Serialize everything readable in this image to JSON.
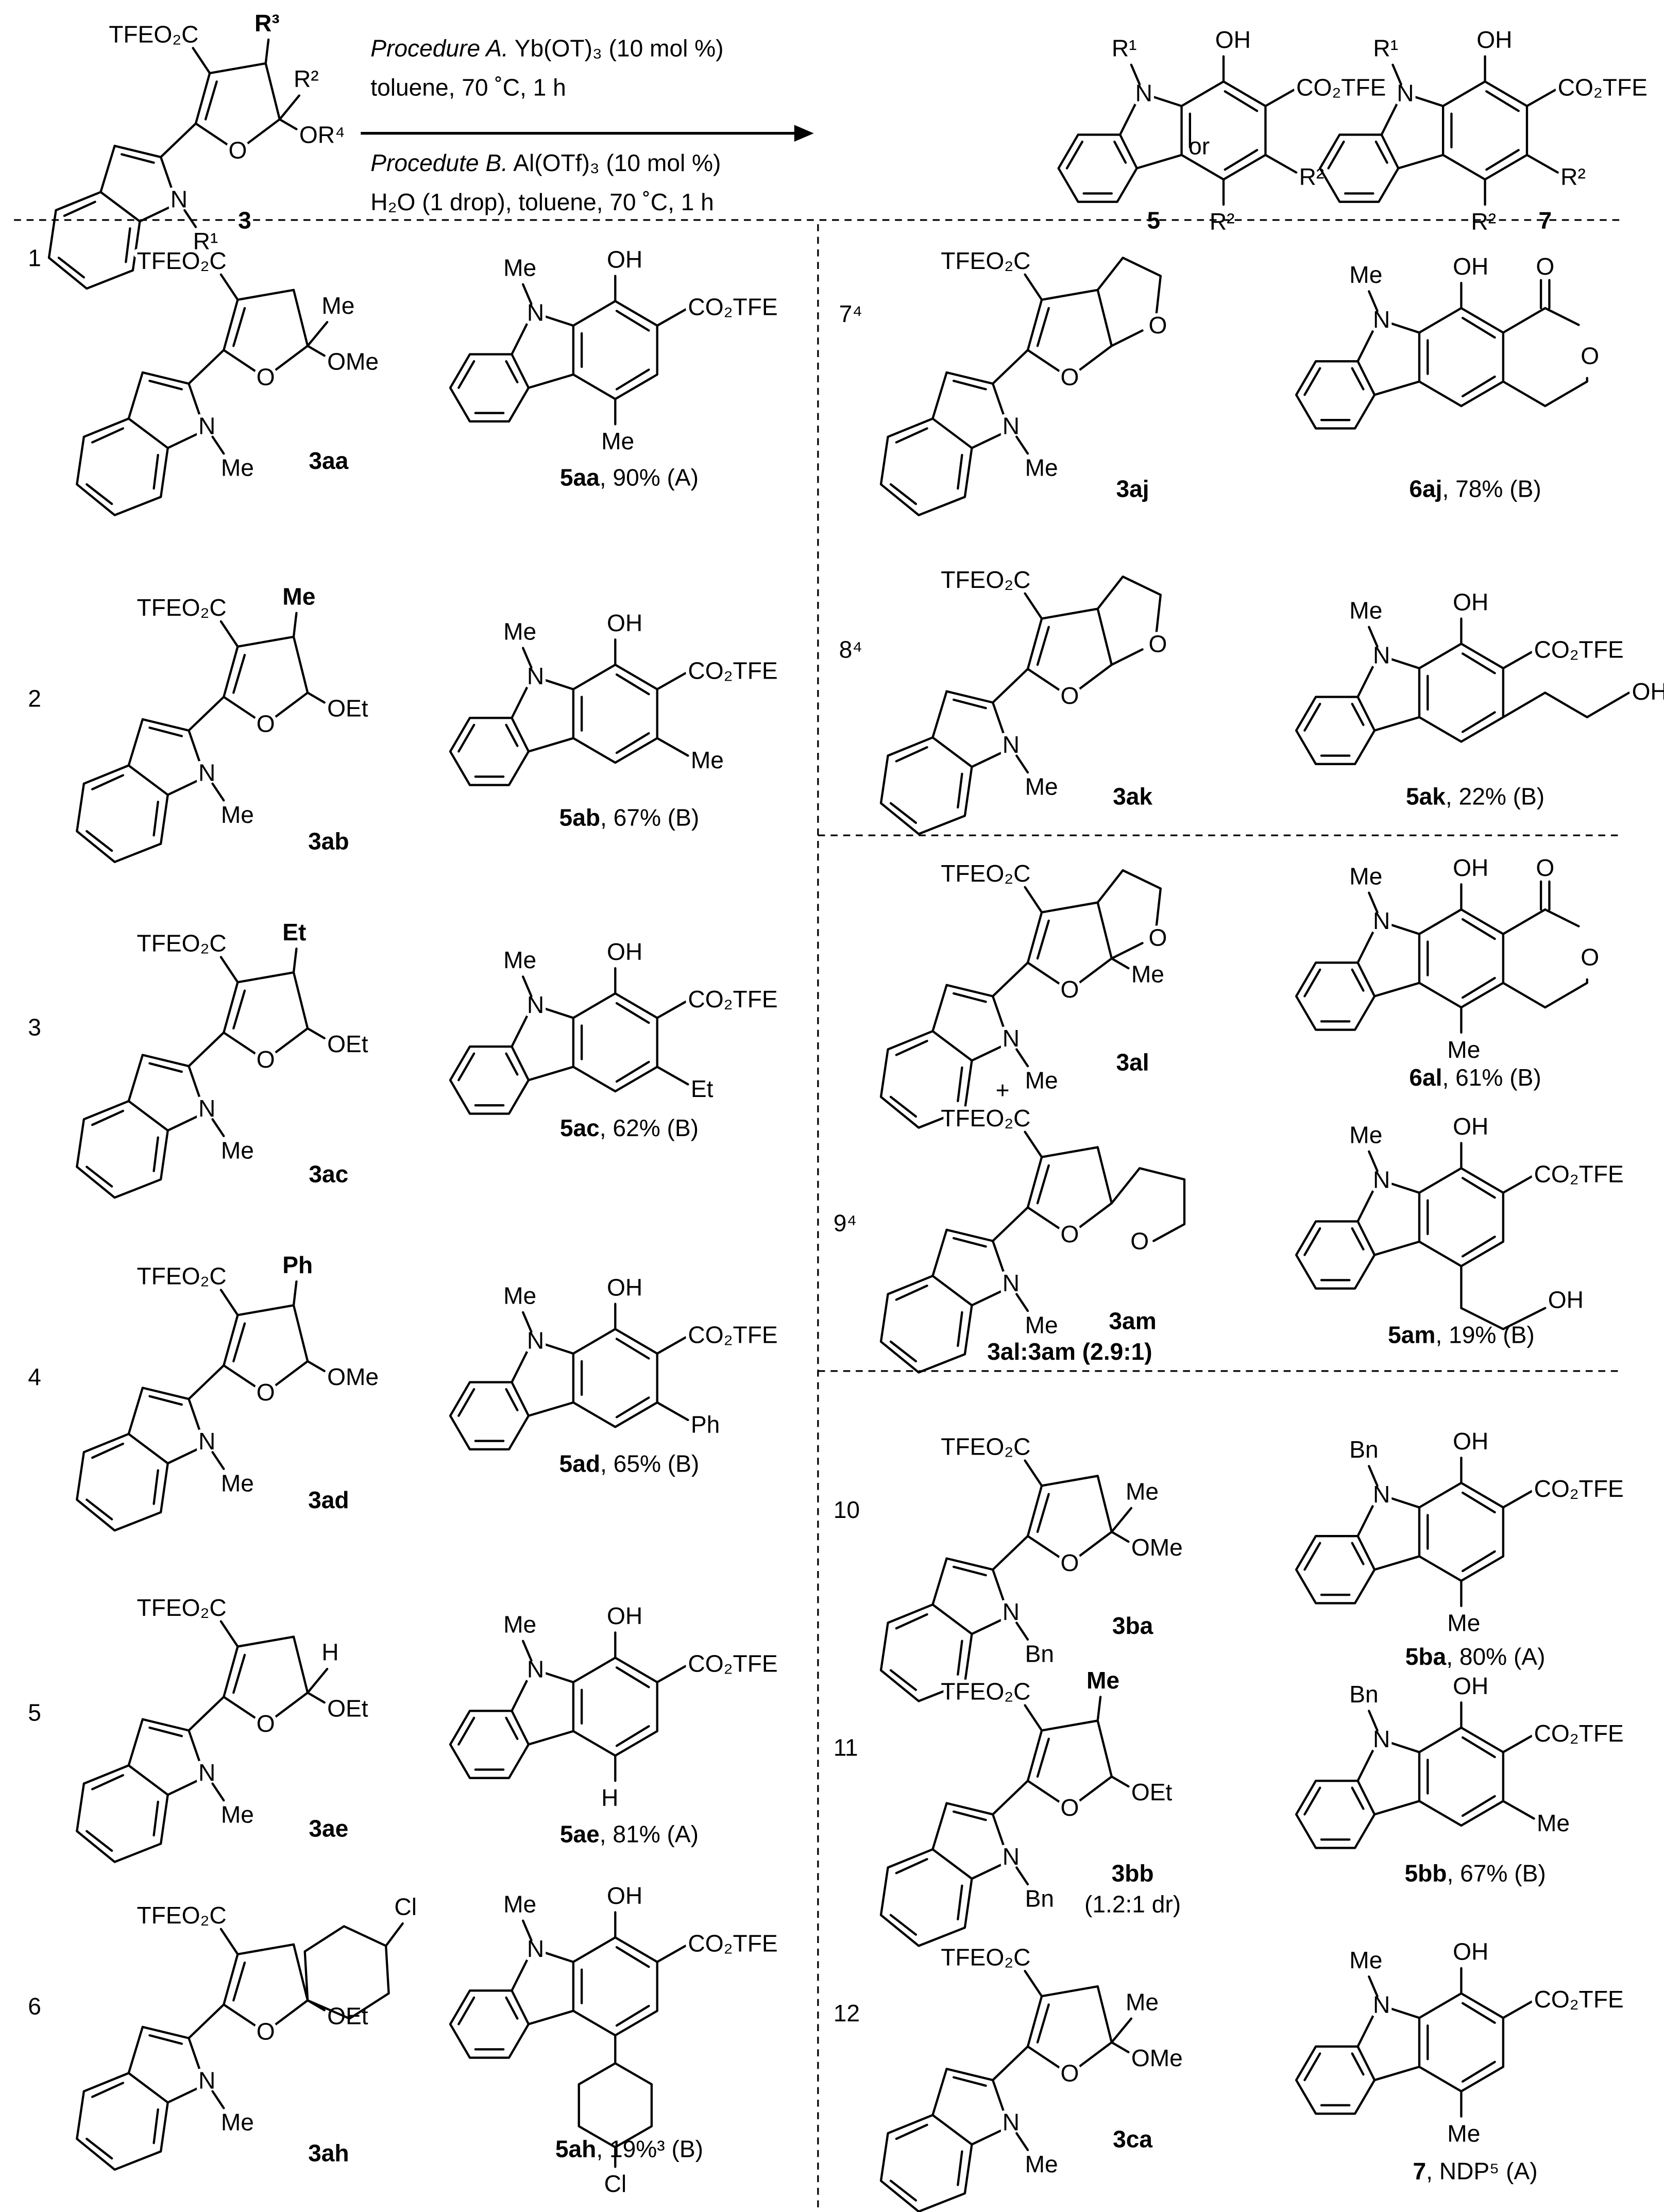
{
  "header": {
    "sm": {
      "ester": "TFEO₂C",
      "c4": "R³",
      "c5a": "R²",
      "c5b": "OR⁴",
      "n": "R¹",
      "id": "3"
    },
    "conditions": [
      {
        "ital": "Procedure A.",
        "text": " Yb(OT)₃ (10 mol %)"
      },
      {
        "ital": "",
        "text": "toluene, 70 ˚C, 1 h"
      },
      {
        "ital": "Procedute B.",
        "text": " Al(OTf)₃ (10 mol %)"
      },
      {
        "ital": "",
        "text": "H₂O (1 drop), toluene, 70 ˚C, 1 h"
      }
    ],
    "product5": {
      "n": "R¹",
      "oh": "OH",
      "ester": "CO₂TFE",
      "c3": "R²",
      "c4": "R²",
      "id": "5"
    },
    "or": "or",
    "product7": {
      "n": "R¹",
      "oh": "OH",
      "ester": "CO₂TFE",
      "c3": "R²",
      "c4": "R²",
      "id": "7"
    }
  },
  "entries": [
    {
      "num": "1",
      "sm": {
        "ester": "TFEO₂C",
        "c5a": "Me",
        "c5b": "OMe",
        "n": "Me",
        "id": "3aa"
      },
      "pr": {
        "n": "Me",
        "oh": "OH",
        "ester": "CO₂TFE",
        "c4": "Me",
        "id": "5aa",
        "yield": ", 90% (A)"
      }
    },
    {
      "num": "2",
      "sm": {
        "ester": "TFEO₂C",
        "c4": "Me",
        "c5b": "OEt",
        "n": "Me",
        "id": "3ab"
      },
      "pr": {
        "n": "Me",
        "oh": "OH",
        "ester": "CO₂TFE",
        "c3": "Me",
        "id": "5ab",
        "yield": ", 67% (B)"
      }
    },
    {
      "num": "3",
      "sm": {
        "ester": "TFEO₂C",
        "c4": "Et",
        "c5b": "OEt",
        "n": "Me",
        "id": "3ac"
      },
      "pr": {
        "n": "Me",
        "oh": "OH",
        "ester": "CO₂TFE",
        "c3": "Et",
        "id": "5ac",
        "yield": ", 62% (B)"
      }
    },
    {
      "num": "4",
      "sm": {
        "ester": "TFEO₂C",
        "c4": "Ph",
        "c5b": "OMe",
        "n": "Me",
        "id": "3ad"
      },
      "pr": {
        "n": "Me",
        "oh": "OH",
        "ester": "CO₂TFE",
        "c3": "Ph",
        "id": "5ad",
        "yield": ", 65% (B)"
      }
    },
    {
      "num": "5",
      "sm": {
        "ester": "TFEO₂C",
        "c5a": "H",
        "c5b": "OEt",
        "n": "Me",
        "id": "3ae"
      },
      "pr": {
        "n": "Me",
        "oh": "OH",
        "ester": "CO₂TFE",
        "c4": "H",
        "id": "5ae",
        "yield": ", 81% (A)"
      }
    },
    {
      "num": "6",
      "sm": {
        "ester": "TFEO₂C",
        "aryl": "Cl",
        "c5b": "OEt",
        "n": "Me",
        "id": "3ah"
      },
      "pr": {
        "n": "Me",
        "oh": "OH",
        "ester": "CO₂TFE",
        "aryl": "Cl",
        "id": "5ah",
        "yield": ", 19%³ (B)"
      }
    },
    {
      "num": "7⁴",
      "sm": {
        "ester": "TFEO₂C",
        "ring_o": "O",
        "n": "Me",
        "id": "3aj"
      },
      "pr": {
        "n": "Me",
        "oh": "OH",
        "lactone_o1": "O",
        "lactone_o2": "O",
        "id": "6aj",
        "yield": ", 78% (B)"
      }
    },
    {
      "num": "8⁴",
      "sm": {
        "ester": "TFEO₂C",
        "ring_o": "O",
        "n": "Me",
        "id": "3ak"
      },
      "pr": {
        "n": "Me",
        "oh": "OH",
        "ester": "CO₂TFE",
        "chain3": "OH",
        "id": "5ak",
        "yield": ", 22% (B)"
      }
    },
    {
      "num": "9⁴",
      "sm": {
        "ester": "TFEO₂C",
        "ring_o": "O",
        "c5b": "Me",
        "n": "Me",
        "id": "3al"
      },
      "plus": "+",
      "sm2": {
        "ester": "TFEO₂C",
        "spiro_o": "O",
        "n": "Me",
        "id": "3am"
      },
      "ratio": "3al:3am (2.9:1)",
      "pr": {
        "n": "Me",
        "oh": "OH",
        "lactone_o1": "O",
        "lactone_o2": "O",
        "c4": "Me",
        "id": "6al",
        "yield": ", 61% (B)"
      },
      "pr2": {
        "n": "Me",
        "oh": "OH",
        "ester": "CO₂TFE",
        "chain4": "OH",
        "id": "5am",
        "yield": ", 19% (B)"
      }
    },
    {
      "num": "10",
      "sm": {
        "ester": "TFEO₂C",
        "c5a": "Me",
        "c5b": "OMe",
        "n": "Bn",
        "id": "3ba"
      },
      "pr": {
        "n": "Bn",
        "oh": "OH",
        "ester": "CO₂TFE",
        "c4": "Me",
        "id": "5ba",
        "yield": ", 80% (A)"
      }
    },
    {
      "num": "11",
      "sm": {
        "ester": "TFEO₂C",
        "c4": "Me",
        "c5b": "OEt",
        "n": "Bn",
        "id": "3bb",
        "dr": "(1.2:1 dr)"
      },
      "pr": {
        "n": "Bn",
        "oh": "OH",
        "ester": "CO₂TFE",
        "c3": "Me",
        "id": "5bb",
        "yield": ", 67% (B)"
      }
    },
    {
      "num": "12",
      "sm": {
        "ester": "TFEO₂C",
        "c5a": "Me",
        "c5b": "OMe",
        "n": "Me",
        "id": "3ca"
      },
      "pr": {
        "n": "Me",
        "oh": "OH",
        "ester": "CO₂TFE",
        "c4": "Me",
        "id": "7",
        "yield": ", NDP⁵ (A)"
      }
    }
  ]
}
